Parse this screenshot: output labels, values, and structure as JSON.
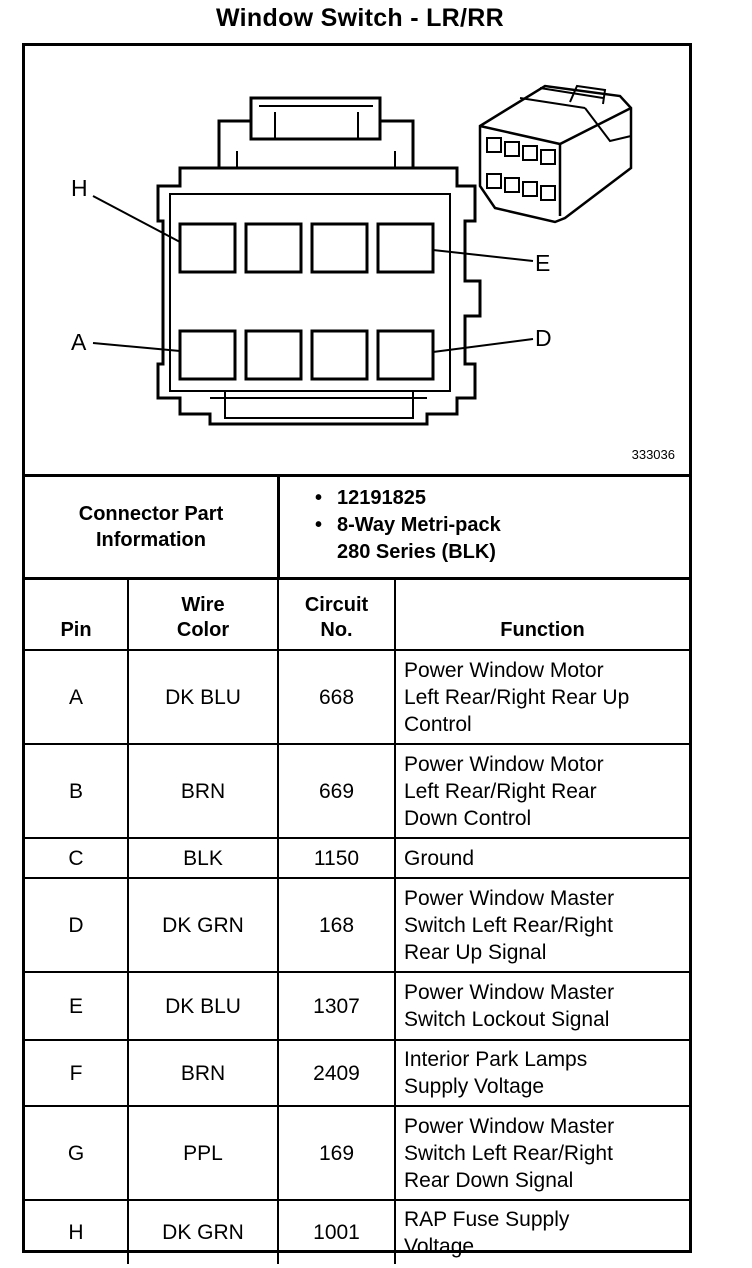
{
  "title": "Window Switch - LR/RR",
  "diagram": {
    "figure_number": "333036",
    "pin_labels": {
      "h": "H",
      "e": "E",
      "a": "A",
      "d": "D"
    }
  },
  "connector_info": {
    "label_line1": "Connector Part",
    "label_line2": "Information",
    "part_number": "12191825",
    "description_line1": "8-Way Metri-pack",
    "description_line2": "280 Series (BLK)",
    "bullet": "•"
  },
  "table": {
    "headers": {
      "pin": "Pin",
      "wire_color_line1": "Wire",
      "wire_color_line2": "Color",
      "circuit_line1": "Circuit",
      "circuit_line2": "No.",
      "function": "Function"
    },
    "rows": [
      {
        "pin": "A",
        "wire_color": "DK BLU",
        "circuit": "668",
        "function": [
          "Power Window Motor",
          "Left Rear/Right Rear Up",
          "Control"
        ]
      },
      {
        "pin": "B",
        "wire_color": "BRN",
        "circuit": "669",
        "function": [
          "Power Window Motor",
          "Left Rear/Right Rear",
          "Down Control"
        ]
      },
      {
        "pin": "C",
        "wire_color": "BLK",
        "circuit": "1150",
        "function": [
          "Ground",
          "",
          ""
        ]
      },
      {
        "pin": "D",
        "wire_color": "DK GRN",
        "circuit": "168",
        "function": [
          "Power Window Master",
          "Switch Left Rear/Right",
          "Rear Up Signal"
        ]
      },
      {
        "pin": "E",
        "wire_color": "DK BLU",
        "circuit": "1307",
        "function": [
          "Power Window Master",
          "Switch Lockout Signal",
          ""
        ]
      },
      {
        "pin": "F",
        "wire_color": "BRN",
        "circuit": "2409",
        "function": [
          "Interior Park Lamps",
          "Supply Voltage",
          ""
        ]
      },
      {
        "pin": "G",
        "wire_color": "PPL",
        "circuit": "169",
        "function": [
          "Power Window Master",
          "Switch Left Rear/Right",
          "Rear Down Signal"
        ]
      },
      {
        "pin": "H",
        "wire_color": "DK GRN",
        "circuit": "1001",
        "function": [
          "RAP Fuse Supply",
          "Voltage",
          ""
        ]
      }
    ]
  }
}
